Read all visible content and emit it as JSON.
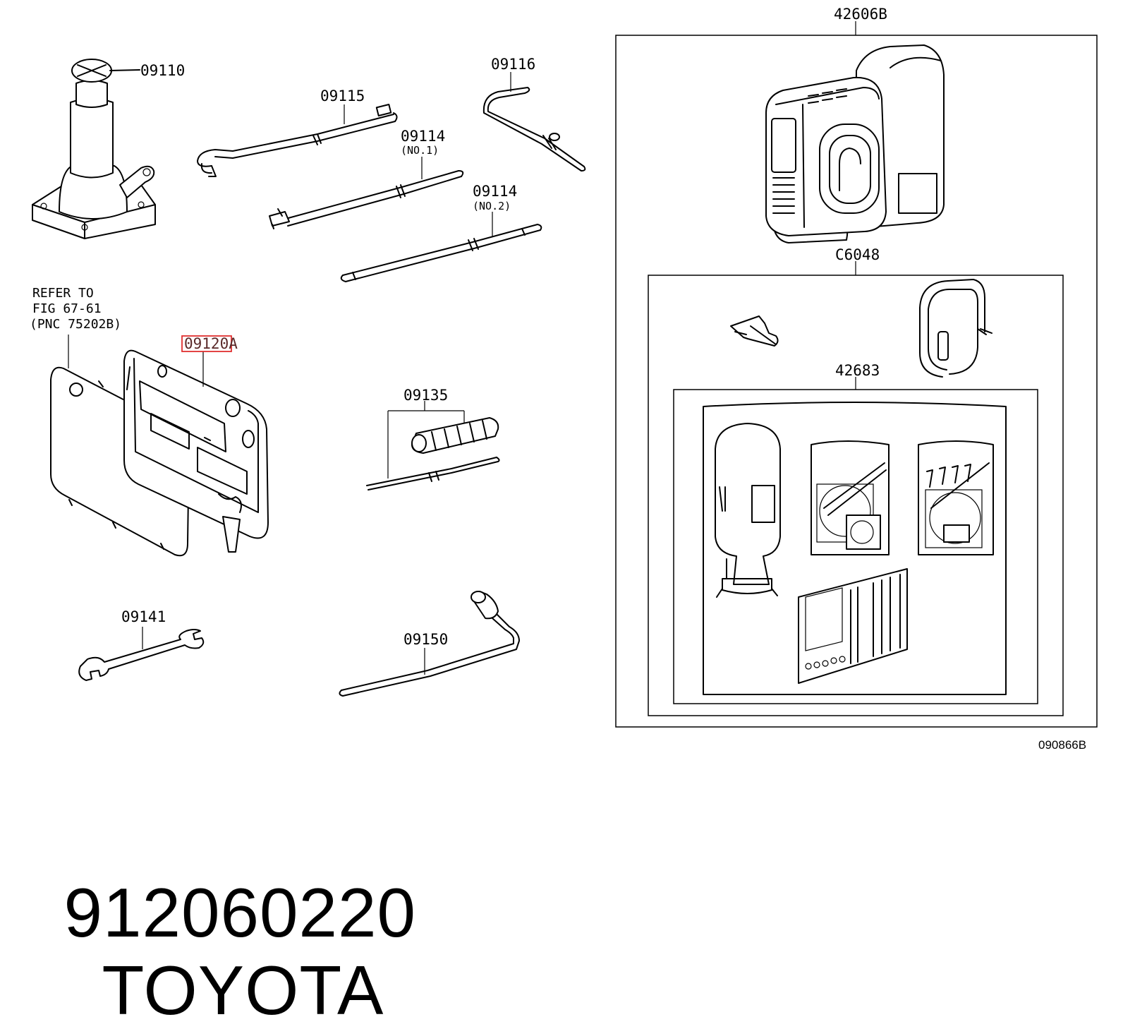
{
  "labels": {
    "jack": "09110",
    "handle": "09115",
    "ext_no1_num": "09114",
    "ext_no1_sub": "(NO.1)",
    "ext_no2_num": "09114",
    "ext_no2_sub": "(NO.2)",
    "crank": "09116",
    "tool_tray": "09120A",
    "screwdriver": "09135",
    "wrench": "09141",
    "lug_wrench": "09150",
    "repair_kit": "42606B",
    "compressor_parts": "C6048",
    "sealant_kit": "42683"
  },
  "refer_note": [
    "REFER TO",
    "FIG 67-61",
    "(PNC 75202B)"
  ],
  "figure_id": "090866B",
  "footer": {
    "part_number": "912060220",
    "brand": "TOYOTA"
  },
  "colors": {
    "highlight_box": "#e03030",
    "line": "#000000",
    "background": "#ffffff"
  }
}
